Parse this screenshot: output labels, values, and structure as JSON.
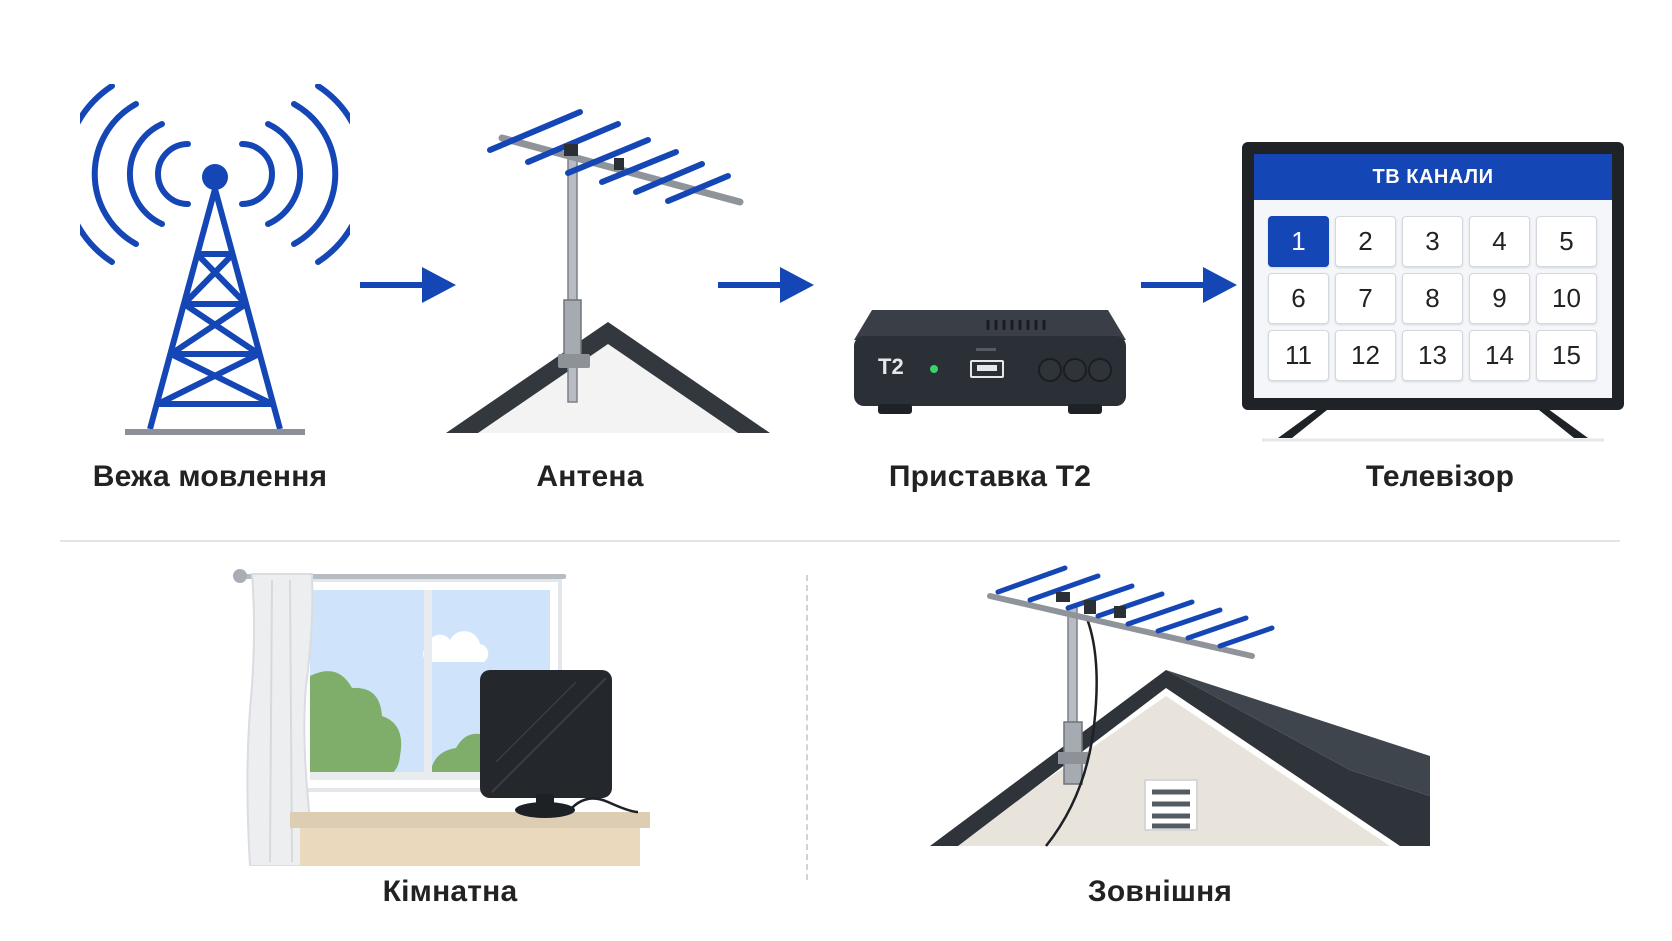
{
  "flow": {
    "steps": [
      {
        "label": "Вежа мовлення"
      },
      {
        "label": "Антена"
      },
      {
        "label": "Приставка Т2"
      },
      {
        "label": "Телевізор"
      }
    ]
  },
  "settop_box": {
    "badge": "T2"
  },
  "tv": {
    "header": "ТВ КАНАЛИ",
    "channels": [
      "1",
      "2",
      "3",
      "4",
      "5",
      "6",
      "7",
      "8",
      "9",
      "10",
      "11",
      "12",
      "13",
      "14",
      "15"
    ],
    "selected_channel": "1"
  },
  "types": [
    {
      "label": "Кімнатна"
    },
    {
      "label": "Зовнішня"
    }
  ],
  "colors": {
    "accent": "#1546b5",
    "device": "#2b2f36",
    "roof": "#33373e",
    "led": "#39d36b"
  }
}
